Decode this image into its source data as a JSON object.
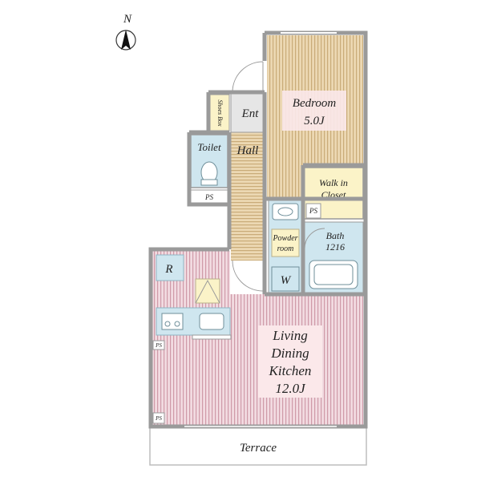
{
  "compass": {
    "letter": "N"
  },
  "rooms": {
    "bedroom": {
      "name": "Bedroom",
      "size": "5.0J"
    },
    "ent": "Ent",
    "hall": "Hall",
    "shoes_box": "Shoes Box",
    "toilet": "Toilet",
    "ps_toilet": "PS",
    "walk_in_closet": {
      "line1": "Walk in",
      "line2": "Closet"
    },
    "ps_closet": "PS",
    "powder_room": {
      "line1": "Powder",
      "line2": "room"
    },
    "washer": "W",
    "bath": {
      "name": "Bath",
      "size": "1216"
    },
    "fridge": "R",
    "ldk": {
      "line1": "Living",
      "line2": "Dining",
      "line3": "Kitchen",
      "size": "12.0J"
    },
    "ps_kitchen_1": "PS",
    "ps_kitchen_2": "PS",
    "terrace": "Terrace"
  },
  "colors": {
    "wall": "#9a9a9a",
    "bedroom_floor": "#e8d3ab",
    "hall_floor": "#e8d3ab",
    "ldk_floor": "#efd3da",
    "wet_area": "#cfe6ef",
    "closet": "#fbf3c8",
    "label_box": "#fbe8ea",
    "stripe_wood": "#c9ab78",
    "stripe_pink": "#cf9aa8"
  }
}
